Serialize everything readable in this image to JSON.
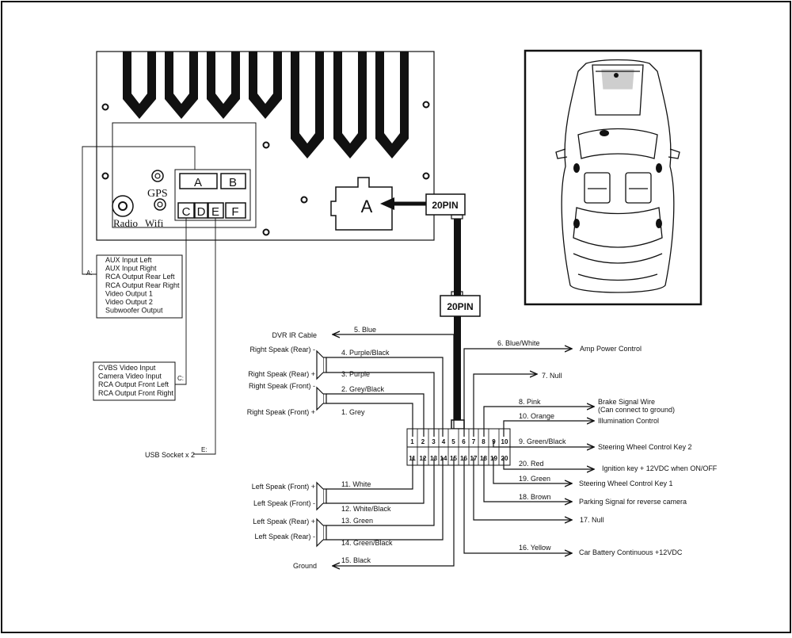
{
  "head_unit": {
    "ports": {
      "A": "A",
      "B": "B",
      "C": "C",
      "D": "D",
      "E": "E",
      "F": "F"
    },
    "gps_label": "GPS",
    "radio_label": "Radio",
    "wifi_label": "Wifi",
    "plug_label": "A",
    "connector_top": "20PIN",
    "connector_bottom": "20PIN"
  },
  "port_a": {
    "prefix": "A:",
    "items": [
      "AUX Input Left",
      "AUX Input Right",
      "RCA Output Rear Left",
      "RCA Output Rear Right",
      "Video Output 1",
      "Video Output 2",
      "Subwoofer Output"
    ]
  },
  "port_c": {
    "prefix": "C:",
    "items": [
      "CVBS Video Input",
      "Camera Video Input",
      "RCA Output Front Left",
      "RCA Output Front Right"
    ]
  },
  "port_e": {
    "prefix": "E:",
    "label": "USB Socket x 2"
  },
  "pins_top": [
    "1",
    "2",
    "3",
    "4",
    "5",
    "6",
    "7",
    "8",
    "9",
    "10"
  ],
  "pins_bottom": [
    "11",
    "12",
    "13",
    "14",
    "15",
    "16",
    "17",
    "18",
    "19",
    "20"
  ],
  "wires_left": [
    {
      "id": "w5",
      "name": "5. Blue",
      "target": "DVR IR Cable"
    },
    {
      "id": "w4",
      "name": "4. Purple/Black",
      "target": "Right Speak (Rear) -"
    },
    {
      "id": "w3",
      "name": "3. Purple",
      "target": "Right Speak (Rear) +"
    },
    {
      "id": "w2",
      "name": "2. Grey/Black",
      "target": "Right Speak (Front) -"
    },
    {
      "id": "w1",
      "name": "1. Grey",
      "target": "Right Speak (Front) +"
    },
    {
      "id": "w11",
      "name": "11. White",
      "target": "Left Speak (Front) +"
    },
    {
      "id": "w12",
      "name": "12. White/Black",
      "target": "Left Speak (Front) -"
    },
    {
      "id": "w13",
      "name": "13. Green",
      "target": "Left Speak (Rear) +"
    },
    {
      "id": "w14",
      "name": "14. Green/Black",
      "target": "Left Speak (Rear) -"
    },
    {
      "id": "w15",
      "name": "15. Black",
      "target": "Ground"
    }
  ],
  "wires_right": [
    {
      "id": "w6",
      "name": "6. Blue/White",
      "target": "Amp Power Control"
    },
    {
      "id": "w7",
      "name": "7. Null",
      "target": ""
    },
    {
      "id": "w8",
      "name": "8. Pink",
      "target": "Brake Signal Wire",
      "note": "(Can connect to ground)"
    },
    {
      "id": "w10",
      "name": "10. Orange",
      "target": "Illumination Control"
    },
    {
      "id": "w9",
      "name": "9. Green/Black",
      "target": "Steering Wheel Control Key 2"
    },
    {
      "id": "w20",
      "name": "20. Red",
      "target": "Ignition key + 12VDC when ON/OFF"
    },
    {
      "id": "w19",
      "name": "19. Green",
      "target": "Steering Wheel Control Key 1"
    },
    {
      "id": "w18",
      "name": "18. Brown",
      "target": "Parking Signal for reverse camera"
    },
    {
      "id": "w17",
      "name": "17. Null",
      "target": ""
    },
    {
      "id": "w16",
      "name": "16. Yellow",
      "target": "Car Battery Continuous +12VDC"
    }
  ]
}
